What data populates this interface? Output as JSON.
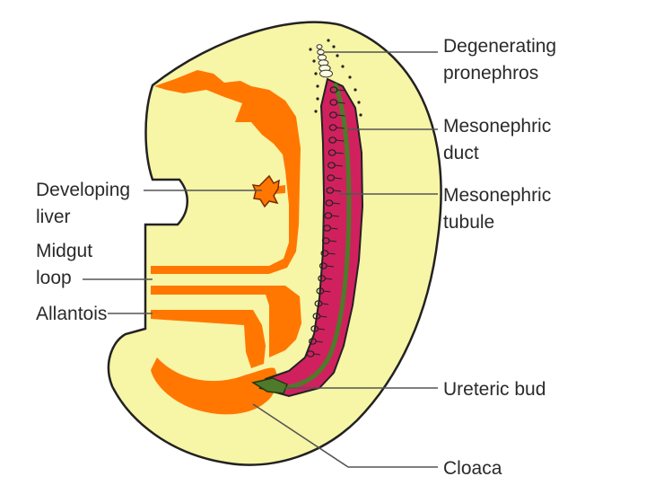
{
  "colors": {
    "embryo": "#f7f5a6",
    "gut": "#ff7700",
    "mesonephros": "#d0215e",
    "duct": "#4f7a2a",
    "outline": "#222222",
    "leader": "#555555"
  },
  "labels": {
    "degenerating": [
      "Degenerating",
      "pronephros"
    ],
    "meso_duct": [
      "Mesonephric",
      "duct"
    ],
    "meso_tubule": [
      "Mesonephric",
      "tubule"
    ],
    "liver": [
      "Developing",
      "liver"
    ],
    "midgut": [
      "Midgut",
      "loop"
    ],
    "allantois": [
      "Allantois"
    ],
    "ureteric": [
      "Ureteric bud"
    ],
    "cloaca": [
      "Cloaca"
    ]
  }
}
